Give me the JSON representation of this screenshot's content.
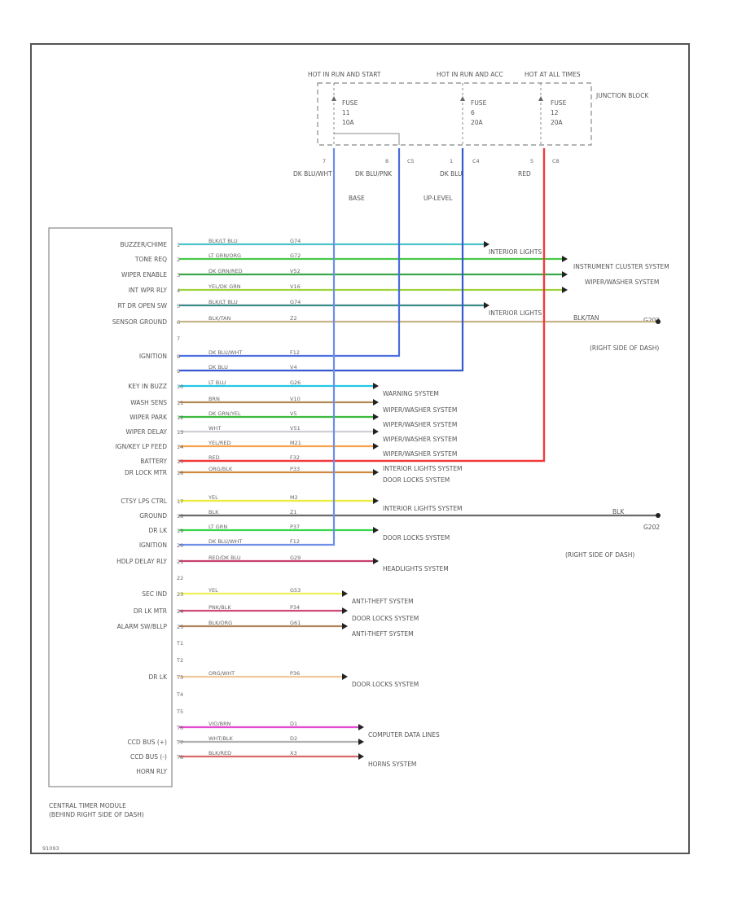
{
  "junction_block": {
    "label": "JUNCTION BLOCK",
    "hot_labels": [
      "HOT IN RUN AND START",
      "HOT IN RUN AND ACC",
      "HOT AT ALL TIMES"
    ],
    "fuses": [
      {
        "name": "FUSE",
        "num": "11",
        "amp": "10A"
      },
      {
        "name": "FUSE",
        "num": "6",
        "amp": "20A"
      },
      {
        "name": "FUSE",
        "num": "12",
        "amp": "20A"
      }
    ],
    "connector_pins": [
      "7",
      "8",
      "1",
      "5"
    ],
    "connectors": [
      "C5",
      "C4",
      "C8"
    ],
    "wire_labels": [
      "DK BLU/WHT",
      "DK BLU/PNK",
      "DK BLU",
      "RED"
    ],
    "option_labels": [
      "BASE",
      "UP-LEVEL"
    ]
  },
  "module": {
    "title_line1": "CENTRAL TIMER MODULE",
    "title_line2": "(BEHIND RIGHT SIDE OF DASH)"
  },
  "circuits": [
    {
      "label": "BUZZER/CHIME",
      "pin": "1",
      "color_code": "BLK/LT BLU",
      "circuit": "G74",
      "color": "#4cc3c9",
      "dest": "INTERIOR LIGHTS",
      "grp": "il1"
    },
    {
      "label": "TONE REQ",
      "pin": "2",
      "color_code": "LT GRN/ORG",
      "circuit": "G72",
      "color": "#48c948",
      "dest": "INSTRUMENT CLUSTER SYSTEM",
      "grp": "ic"
    },
    {
      "label": "WIPER ENABLE",
      "pin": "3",
      "color_code": "DK GRN/RED",
      "circuit": "V52",
      "color": "#3aa84a",
      "dest": "WIPER/WASHER SYSTEM",
      "grp": "ww"
    },
    {
      "label": "INT WPR RLY",
      "pin": "4",
      "color_code": "YEL/DK GRN",
      "circuit": "V16",
      "color": "#9fd33a",
      "dest": "",
      "grp": "ww"
    },
    {
      "label": "RT DR OPEN SW",
      "pin": "5",
      "color_code": "BLK/LT BLU",
      "circuit": "G74",
      "color": "#3c8a8a",
      "dest": "INTERIOR LIGHTS",
      "grp": "il2"
    },
    {
      "label": "SENSOR GROUND",
      "pin": "6",
      "color_code": "BLK/TAN",
      "circuit": "Z2",
      "color": "#c7b48a",
      "dest": "BLK/TAN",
      "grp": "gnd1"
    },
    {
      "label": "",
      "pin": "7",
      "color_code": "",
      "circuit": "",
      "color": "",
      "dest": "",
      "grp": "none"
    },
    {
      "label": "IGNITION",
      "pin": "8",
      "color_code": "DK BLU/WHT",
      "circuit": "F12",
      "color": "#4a6ee0",
      "dest": "",
      "grp": "ign1"
    },
    {
      "label": "",
      "pin": "9",
      "color_code": "DK BLU",
      "circuit": "V4",
      "color": "#3658d0",
      "dest": "",
      "grp": "ign2"
    },
    {
      "label": "KEY IN BUZZ",
      "pin": "10",
      "color_code": "LT BLU",
      "circuit": "G26",
      "color": "#22c7e6",
      "dest": "WARNING SYSTEM",
      "grp": "a"
    },
    {
      "label": "WASH SENS",
      "pin": "11",
      "color_code": "BRN",
      "circuit": "V10",
      "color": "#b08a55",
      "dest": "WIPER/WASHER SYSTEM",
      "grp": "a"
    },
    {
      "label": "WIPER PARK",
      "pin": "12",
      "color_code": "DK GRN/YEL",
      "circuit": "V5",
      "color": "#3db83d",
      "dest": "WIPER/WASHER SYSTEM",
      "grp": "a"
    },
    {
      "label": "WIPER DELAY",
      "pin": "13",
      "color_code": "WHT",
      "circuit": "V51",
      "color": "#cfcfd6",
      "dest": "WIPER/WASHER SYSTEM",
      "grp": "a"
    },
    {
      "label": "IGN/KEY LP FEED",
      "pin": "14",
      "color_code": "YEL/RED",
      "circuit": "M21",
      "color": "#f5a24a",
      "dest": "WIPER/WASHER SYSTEM",
      "grp": "a"
    },
    {
      "label": "BATTERY",
      "pin": "15",
      "color_code": "RED",
      "circuit": "F32",
      "color": "#f23a3a",
      "dest": "INTERIOR LIGHTS SYSTEM",
      "grp": "bat"
    },
    {
      "label": "DR LOCK MTR",
      "pin": "16",
      "color_code": "ORG/BLK",
      "circuit": "P33",
      "color": "#d08a40",
      "dest": "DOOR LOCKS SYSTEM",
      "grp": "b"
    },
    {
      "label": "CTSY LPS CTRL",
      "pin": "17",
      "color_code": "YEL",
      "circuit": "M2",
      "color": "#ecec3a",
      "dest": "INTERIOR LIGHTS SYSTEM",
      "grp": "b"
    },
    {
      "label": "GROUND",
      "pin": "18",
      "color_code": "BLK",
      "circuit": "Z1",
      "color": "#6a6a6a",
      "dest": "BLK",
      "grp": "gnd2"
    },
    {
      "label": "DR LK",
      "pin": "19",
      "color_code": "LT GRN",
      "circuit": "P37",
      "color": "#39d64b",
      "dest": "DOOR LOCKS SYSTEM",
      "grp": "b"
    },
    {
      "label": "IGNITION",
      "pin": "20",
      "color_code": "DK BLU/WHT",
      "circuit": "F12",
      "color": "#6e8ee8",
      "dest": "",
      "grp": "ign3"
    },
    {
      "label": "HDLP DELAY RLY",
      "pin": "21",
      "color_code": "RED/DK BLU",
      "circuit": "G29",
      "color": "#c8406a",
      "dest": "HEADLIGHTS SYSTEM",
      "grp": "b"
    },
    {
      "label": "",
      "pin": "22",
      "color_code": "",
      "circuit": "",
      "color": "",
      "dest": "",
      "grp": "none"
    },
    {
      "label": "SEC IND",
      "pin": "23",
      "color_code": "YEL",
      "circuit": "G53",
      "color": "#f0f05a",
      "dest": "ANTI-THEFT SYSTEM",
      "grp": "c"
    },
    {
      "label": "DR LK MTR",
      "pin": "24",
      "color_code": "PNK/BLK",
      "circuit": "P34",
      "color": "#d04a7a",
      "dest": "DOOR LOCKS SYSTEM",
      "grp": "c"
    },
    {
      "label": "ALARM SW/BLLP",
      "pin": "25",
      "color_code": "BLK/ORG",
      "circuit": "G61",
      "color": "#b0835a",
      "dest": "ANTI-THEFT SYSTEM",
      "grp": "c"
    },
    {
      "label": "",
      "pin": "T1",
      "color_code": "",
      "circuit": "",
      "color": "",
      "dest": "",
      "grp": "none"
    },
    {
      "label": "",
      "pin": "T2",
      "color_code": "",
      "circuit": "",
      "color": "",
      "dest": "",
      "grp": "none"
    },
    {
      "label": "DR LK",
      "pin": "T3",
      "color_code": "ORG/WHT",
      "circuit": "P36",
      "color": "#f0c89a",
      "dest": "DOOR LOCKS SYSTEM",
      "grp": "c"
    },
    {
      "label": "",
      "pin": "T4",
      "color_code": "",
      "circuit": "",
      "color": "",
      "dest": "",
      "grp": "none"
    },
    {
      "label": "",
      "pin": "T5",
      "color_code": "",
      "circuit": "",
      "color": "",
      "dest": "",
      "grp": "none"
    },
    {
      "label": "",
      "pin": "T6",
      "color_code": "VIO/BRN",
      "circuit": "D1",
      "color": "#e648d0",
      "dest": "COMPUTER DATA LINES",
      "grp": "d"
    },
    {
      "label": "CCD BUS (+)",
      "pin": "T7",
      "color_code": "WHT/BLK",
      "circuit": "D2",
      "color": "#b0b0b0",
      "dest": "",
      "grp": "d"
    },
    {
      "label": "CCD BUS (-)",
      "pin": "T8",
      "color_code": "BLK/RED",
      "circuit": "X3",
      "color": "#d86a6a",
      "dest": "HORNS SYSTEM",
      "grp": "d"
    },
    {
      "label": "HORN RLY",
      "pin": "",
      "color_code": "",
      "circuit": "",
      "color": "",
      "dest": "",
      "grp": "none"
    }
  ],
  "ground_note": "(RIGHT SIDE OF DASH)",
  "ground_label": "G202",
  "figure_id": "91093"
}
